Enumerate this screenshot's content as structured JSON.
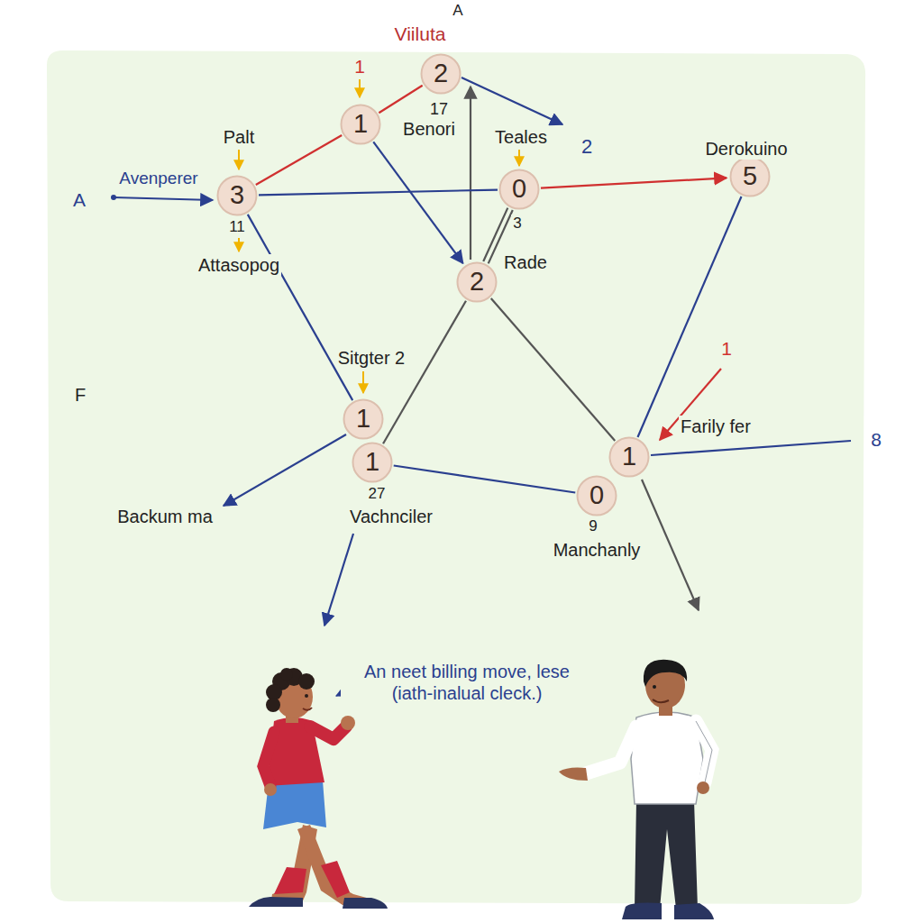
{
  "diagram": {
    "nodes": [
      {
        "text": [
          "2"
        ]
      },
      {
        "text": [
          "1"
        ]
      },
      {
        "text": [
          "3"
        ]
      },
      {
        "text": [
          "0"
        ]
      },
      {
        "text": [
          "5"
        ]
      },
      {
        "text": [
          "2"
        ]
      },
      {
        "text": [
          "1"
        ]
      },
      {
        "text": [
          "1"
        ]
      },
      {
        "text": [
          "1"
        ]
      },
      {
        "text": [
          "0"
        ]
      }
    ],
    "edges": [
      {
        "from": 1,
        "to": 0,
        "arrow": "none"
      },
      {
        "from": 2,
        "to": 1,
        "arrow": "none"
      },
      {
        "from": 2,
        "to": 3,
        "arrow": "none"
      },
      {
        "from": 3,
        "to": 4,
        "arrow": "to"
      },
      {
        "from": 1,
        "to": 5,
        "arrow": "to"
      },
      {
        "from": 3,
        "to": 5,
        "arrow": "none"
      },
      {
        "from": 2,
        "to": 6,
        "arrow": "none"
      },
      {
        "from": 5,
        "to": 7,
        "arrow": "none"
      },
      {
        "from": 5,
        "to": 8,
        "arrow": "none"
      },
      {
        "from": 4,
        "to": 8,
        "arrow": "none"
      },
      {
        "from": 7,
        "to": 9,
        "arrow": "none"
      }
    ],
    "labels": [
      "A",
      "Viiluta",
      "1",
      "17",
      "Benori",
      "Palt",
      "Teales",
      "2",
      "Derokuino",
      "Avenperer",
      "A",
      "3",
      "11",
      "Attasopog",
      "Rade",
      "Sitgter 2",
      "F",
      "1",
      "Farily fer",
      "8",
      "27",
      "Backum ma",
      "Vachnciler",
      "9",
      "Manchanly",
      "An neet billing move, lese (iath-inalual cleck.)"
    ]
  }
}
